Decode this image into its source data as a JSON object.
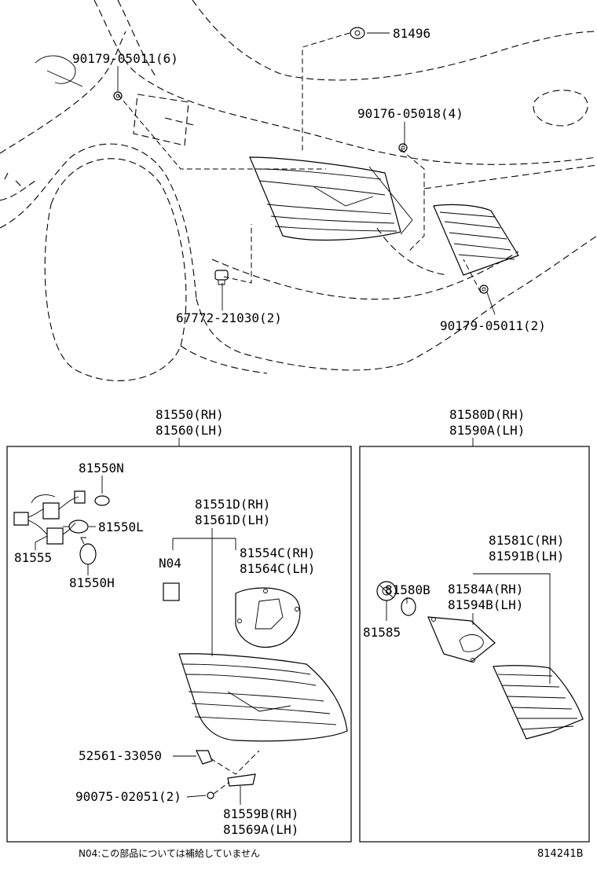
{
  "callouts": {
    "c81496": "81496",
    "c90179_top": "90179-05011(6)",
    "c90176": "90176-05018(4)",
    "c67772": "67772-21030(2)",
    "c90179_bottom": "90179-05011(2)"
  },
  "left_assembly": {
    "title_rh": "81550(RH)",
    "title_lh": "81560(LH)",
    "p81550N": "81550N",
    "p81550L": "81550L",
    "p81555": "81555",
    "p81550H": "81550H",
    "p81551D": "81551D(RH)",
    "p81561D": "81561D(LH)",
    "pN04": "N04",
    "p81554C": "81554C(RH)",
    "p81564C": "81564C(LH)",
    "p52561": "52561-33050",
    "p90075": "90075-02051(2)",
    "p81559B": "81559B(RH)",
    "p81569A": "81569A(LH)"
  },
  "right_assembly": {
    "title_rh": "81580D(RH)",
    "title_lh": "81590A(LH)",
    "p81580B": "81580B",
    "p81585": "81585",
    "p81581C": "81581C(RH)",
    "p81591B": "81591B(LH)",
    "p81584A": "81584A(RH)",
    "p81594B": "81594B(LH)"
  },
  "footer": {
    "note": "N04:この部品については補給していません",
    "figure_id": "814241B"
  }
}
